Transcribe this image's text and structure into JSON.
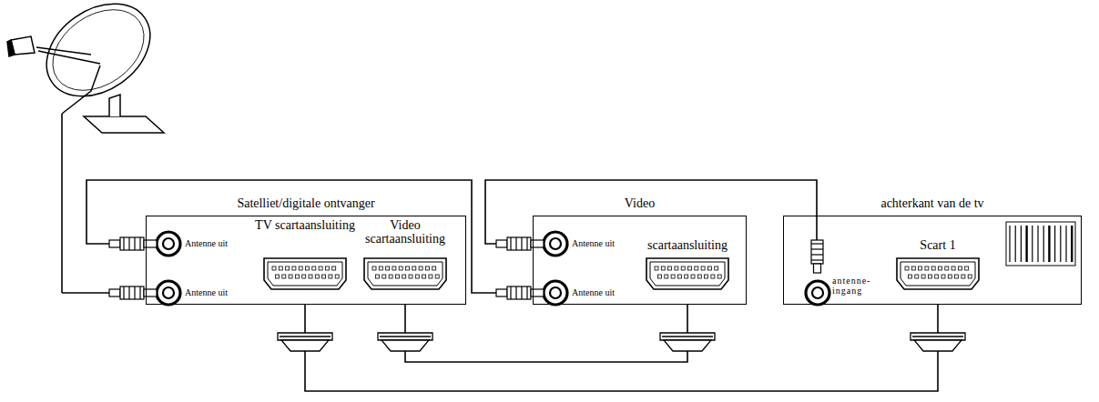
{
  "diagram": {
    "nodes": [
      {
        "text": [
          "Satelliet/digitale ontvanger"
        ]
      },
      {
        "text": [
          "Video"
        ]
      },
      {
        "text": [
          "achterkant van de tv"
        ]
      }
    ],
    "edges": [
      {
        "from": 0,
        "to": 1,
        "arrow": "none"
      },
      {
        "from": 1,
        "to": 2,
        "arrow": "none"
      },
      {
        "from": 0,
        "to": 1,
        "arrow": "none"
      },
      {
        "from": 0,
        "to": 2,
        "arrow": "none"
      }
    ],
    "labels": [
      "Antenne uit",
      "Antenne uit",
      "TV scartaansluiting",
      "Video scartaansluiting",
      "Antenne uit",
      "Antenne uit",
      "scartaansluiting",
      "antenne- ingang",
      "Scart 1"
    ]
  }
}
